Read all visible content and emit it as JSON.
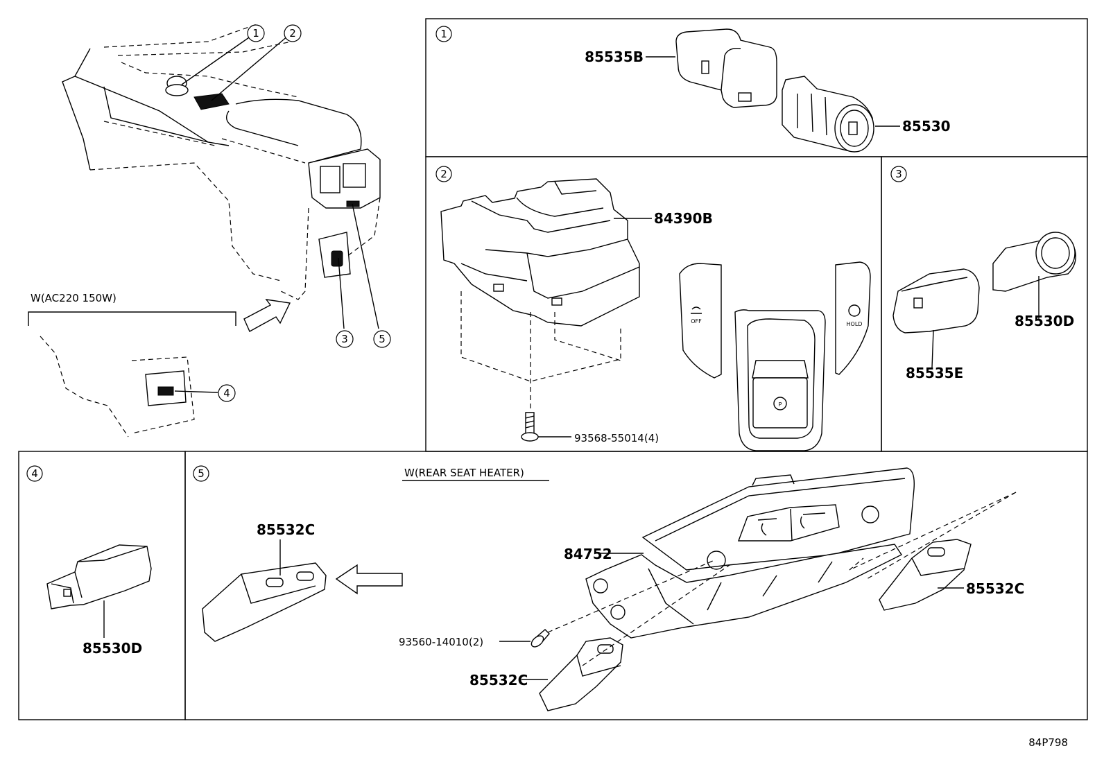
{
  "callouts": [
    "1",
    "2",
    "3",
    "4",
    "5"
  ],
  "conditions": {
    "ac220": "W(AC220 150W)",
    "rear_seat_heater": "W(REAR SEAT HEATER)"
  },
  "part_numbers": {
    "p85535B": "85535B",
    "p85530": "85530",
    "p84390B": "84390B",
    "p93568": "93568-55014(4)",
    "p85535E": "85535E",
    "p85530D_box3": "85530D",
    "p85530D_box4": "85530D",
    "p85532C_a": "85532C",
    "p84752": "84752",
    "p85532C_b": "85532C",
    "p93560": "93560-14010(2)",
    "p85532C_c": "85532C"
  },
  "switch_icons": {
    "off": "OFF",
    "hold": "HOLD",
    "park": "P"
  },
  "diagram_code": "84P798"
}
